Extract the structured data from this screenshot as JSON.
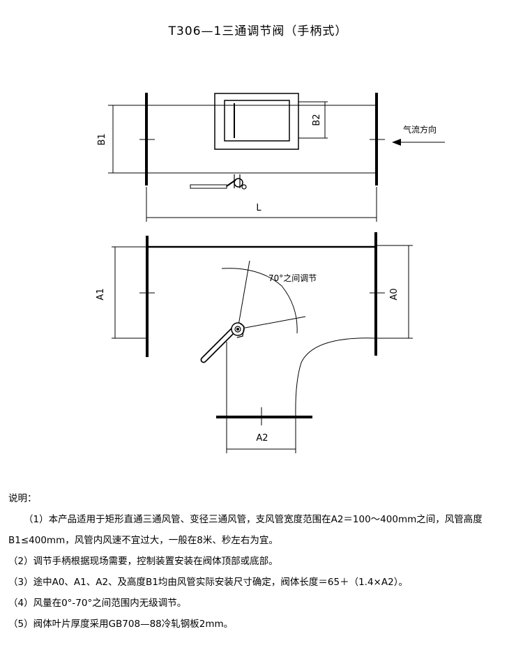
{
  "title": "T306—1三通调节阀（手柄式）",
  "labels": {
    "b1": "B1",
    "b2": "B2",
    "airflow": "气流方向",
    "l": "L",
    "a1": "A1",
    "a0": "A0",
    "a2": "A2",
    "angle": "70°之间调节"
  },
  "notes": {
    "heading": "说明：",
    "items": [
      "（1）本产品适用于矩形直通三通风管、变径三通风管，支风管宽度范围在A2＝100～400mm之间，风管高度B1≤400mm，风管内风速不宜过大，一般在8米、秒左右为宜。",
      "（2）调节手柄根据现场需要，控制装置安装在阀体顶部或底部。",
      "（3）途中A0、A1、A2、及高度B1均由风管实际安装尺寸确定，阀体长度＝65＋（1.4×A2）。",
      "（4）风量在0°-70°之间范围内无级调节。",
      "（5）阀体叶片厚度采用GB708—88冷轧钢板2mm。"
    ]
  }
}
